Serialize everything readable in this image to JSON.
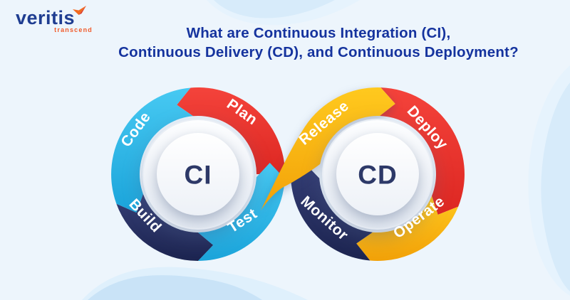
{
  "logo": {
    "brand": "veritis",
    "tagline": "transcend",
    "brand_color": "#1F3D91",
    "tagline_color": "#F15B2B"
  },
  "title": {
    "line1": "What are Continuous Integration (CI),",
    "line2": "Continuous Delivery (CD), and Continuous Deployment?",
    "color": "#15339E"
  },
  "palette": {
    "background": "#EDF5FC",
    "wave_light": "#DFF0FC",
    "wave_dark": "#C9E3F7",
    "blob_light": "#E6F3FD",
    "blob_dark": "#D7EBFA",
    "cyan_start": "#47C9F2",
    "cyan_end": "#1BA4DA",
    "red_start": "#F4433B",
    "red_end": "#DD2722",
    "navy_start": "#353E75",
    "navy_end": "#1C2450",
    "yellow_start": "#FFC91E",
    "yellow_end": "#F2A108",
    "circle_outer": "#E9EEF5",
    "circle_grad1_start": "#FDFEFF",
    "circle_grad1_end": "#E3E9F2",
    "circle_grad2_start": "#FFFFFF",
    "circle_grad2_end": "#EDF1F7",
    "circle_text": "#2D3968",
    "label_text": "#FFFFFF"
  },
  "diagram": {
    "ci": {
      "center_label": "CI",
      "segments": [
        {
          "label": "Plan",
          "color": "red"
        },
        {
          "label": "Code",
          "color": "cyan"
        },
        {
          "label": "Build",
          "color": "navy"
        },
        {
          "label": "Test",
          "color": "cyan"
        }
      ]
    },
    "cd": {
      "center_label": "CD",
      "segments": [
        {
          "label": "Release",
          "color": "yellow"
        },
        {
          "label": "Deploy",
          "color": "red"
        },
        {
          "label": "Operate",
          "color": "yellow"
        },
        {
          "label": "Monitor",
          "color": "navy"
        }
      ]
    }
  }
}
